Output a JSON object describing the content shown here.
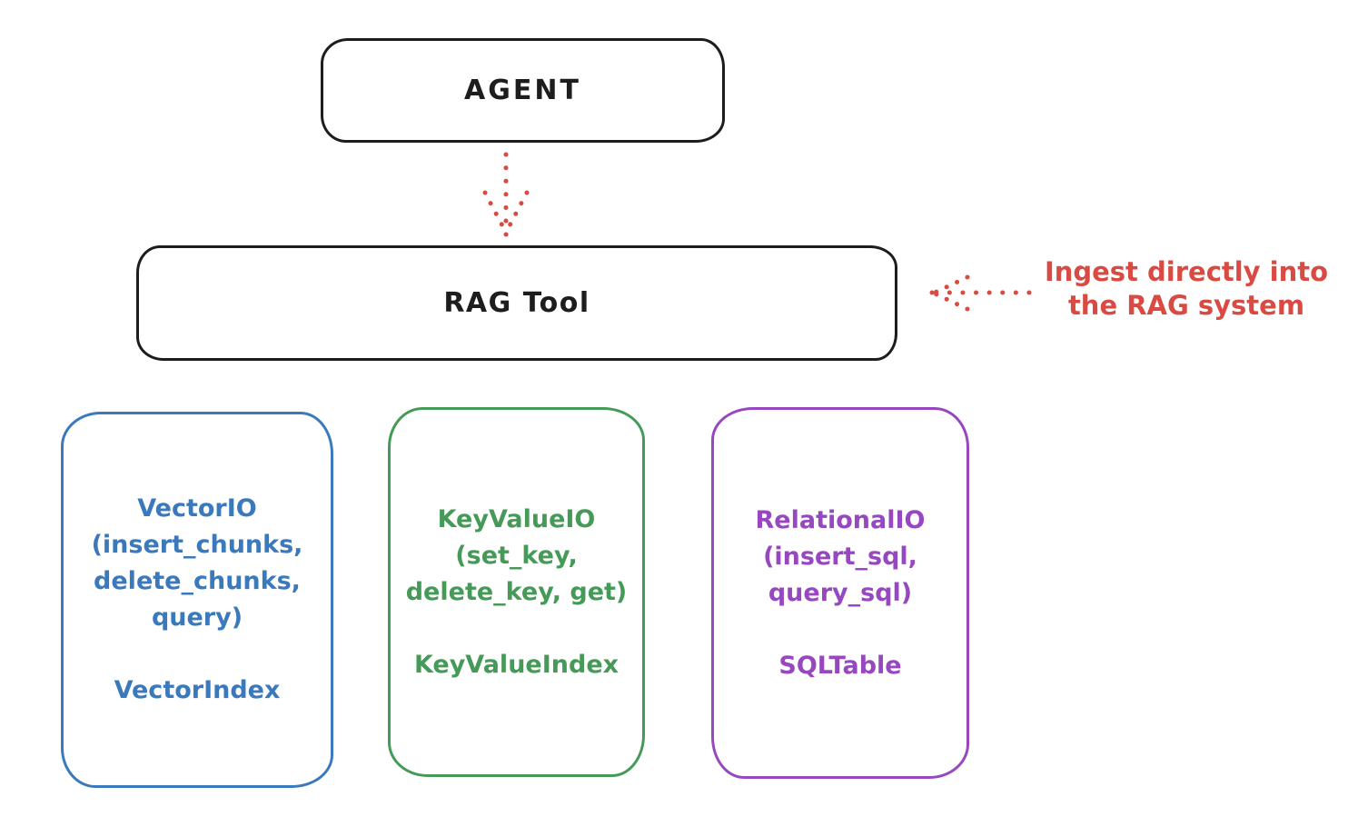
{
  "colors": {
    "ink": "#1d1d1d",
    "red": "#d84a42",
    "blue": "#3b79bd",
    "green": "#459a58",
    "purple": "#9747c0",
    "background": "#ffffff"
  },
  "nodes": {
    "agent": {
      "label": "AGENT"
    },
    "rag_tool": {
      "label": "RAG Tool"
    },
    "vector_io": {
      "line1": "VectorIO",
      "line2": "(insert_chunks,",
      "line3": "delete_chunks,",
      "line4": "query)",
      "index": "VectorIndex"
    },
    "key_value_io": {
      "line1": "KeyValueIO",
      "line2": "(set_key,",
      "line3": "delete_key, get)",
      "index": "KeyValueIndex"
    },
    "relational_io": {
      "line1": "RelationalIO",
      "line2": "(insert_sql,",
      "line3": "query_sql)",
      "index": "SQLTable"
    }
  },
  "annotation": {
    "line1": "Ingest directly into",
    "line2": "the RAG system"
  }
}
